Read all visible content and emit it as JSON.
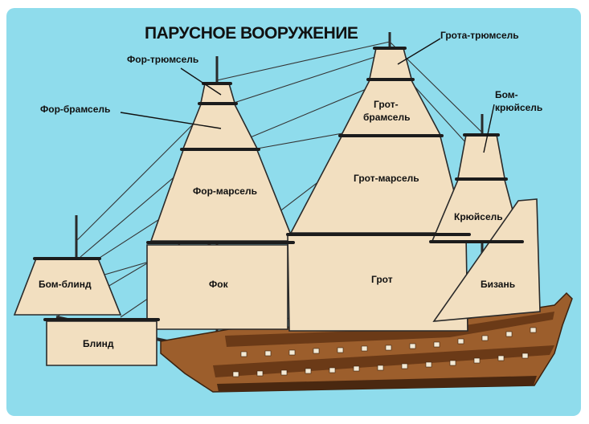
{
  "diagram": {
    "title": "ПАРУСНОЕ ВООРУЖЕНИЕ",
    "colors": {
      "background": "#8fdcec",
      "sail": "#f2dfc0",
      "hull": "#9c5e2c",
      "hull_dark": "#6b3a17",
      "frame": "#ffffff"
    },
    "labels": {
      "grota_trumsel": "Грота-трюмсель",
      "for_trumsel": "Фор-трюмсель",
      "for_bramsel": "Фор-брамсель",
      "grot_bramsel_1": "Грот-",
      "grot_bramsel_2": "брамсель",
      "bom_kruysel_1": "Бом-",
      "bom_kruysel_2": "крюйсель",
      "for_marsel": "Фор-марсель",
      "grot_marsel": "Грот-марсель",
      "kruysel": "Крюйсель",
      "bom_blind": "Бом-блинд",
      "fok": "Фок",
      "grot": "Грот",
      "bizan": "Бизань",
      "blind": "Блинд"
    }
  }
}
